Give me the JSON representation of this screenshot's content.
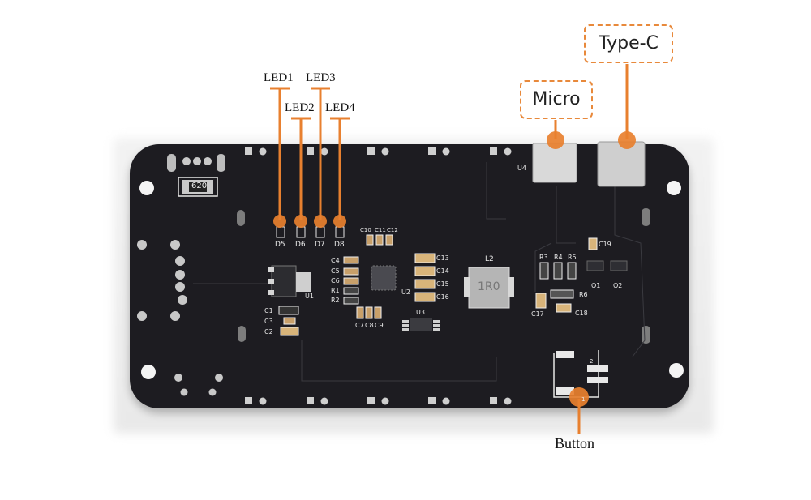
{
  "diagram": {
    "type": "pcb-annotated-photo",
    "accent_color": "#e8802f",
    "board_color": "#1d1c21",
    "callouts": {
      "led1": "LED1",
      "led2": "LED2",
      "led3": "LED3",
      "led4": "LED4",
      "micro": "Micro",
      "typec": "Type-C",
      "button": "Button"
    },
    "silkscreen": {
      "resistor_620": "620",
      "d5": "D5",
      "d6": "D6",
      "d7": "D7",
      "d8": "D8",
      "c10": "C10",
      "c11": "C11",
      "c12": "C12",
      "c4": "C4",
      "c5": "C5",
      "c6": "C6",
      "r1": "R1",
      "r2": "R2",
      "c13": "C13",
      "c14": "C14",
      "c15": "C15",
      "c16": "C16",
      "u1": "U1",
      "u2": "U2",
      "u3": "U3",
      "u4": "U4",
      "c1": "C1",
      "c3": "C3",
      "c2": "C2",
      "c7": "C7",
      "c8": "C8",
      "c9": "C9",
      "l2": "L2",
      "inductor_value": "1R0",
      "r3": "R3",
      "r4": "R4",
      "r5": "R5",
      "r6": "R6",
      "c17": "C17",
      "c18": "C18",
      "c19": "C19",
      "q1": "Q1",
      "q2": "Q2",
      "sw_pin2": "2",
      "sw_pin1": "1"
    }
  }
}
